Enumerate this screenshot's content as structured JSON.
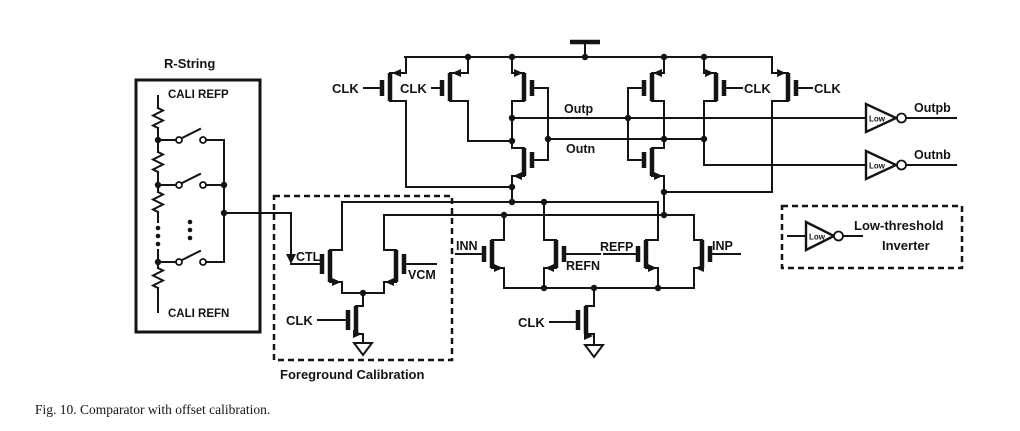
{
  "figure": {
    "caption": "Fig. 10.   Comparator with offset calibration.",
    "rstring": {
      "title": "R-String",
      "cali_refp": "CALI REFP",
      "cali_refn": "CALI REFN"
    },
    "fc": {
      "label": "Foreground Calibration",
      "ctl": "CTL",
      "vcm": "VCM"
    },
    "clk": "CLK",
    "inputs": {
      "inn": "INN",
      "refn": "REFN",
      "refp": "REFP",
      "inp": "INP"
    },
    "nodes": {
      "outp": "Outp",
      "outn": "Outn",
      "outpb": "Outpb",
      "outnb": "Outnb"
    },
    "inverter": {
      "low": "Low",
      "legend_title": "Low-threshold",
      "legend_subtitle": "Inverter"
    },
    "colors": {
      "ink": "#141414",
      "background": "#ffffff"
    }
  }
}
